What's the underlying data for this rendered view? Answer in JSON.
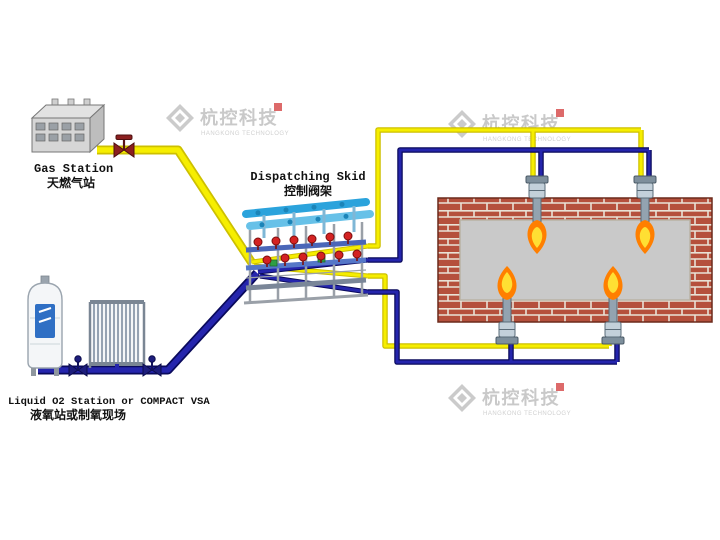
{
  "watermark": {
    "brand": "杭控科技",
    "subtitle": "HANGKONG TECHNOLOGY"
  },
  "stations": {
    "gas": {
      "label_en": "Gas Station",
      "label_zh": "天燃气站"
    },
    "skid": {
      "label_en": "Dispatching Skid",
      "label_zh": "控制阀架"
    },
    "oxygen": {
      "label_en": "Liquid O2 Station or COMPACT VSA",
      "label_zh": "液氧站或制氧现场"
    }
  },
  "colors": {
    "gas_pipe": "#f6ee00",
    "gas_pipe_edge": "#cdc000",
    "o2_pipe": "#2525ad",
    "o2_pipe_edge": "#0a0a5c",
    "skid_cyan": "#2ba3dc",
    "skid_cyan_light": "#67c1e8",
    "valve_red": "#d42222",
    "valve_dark_red": "#8b2020",
    "brick": "#b5503c",
    "mortar": "#e9e2d6",
    "furnace_interior": "#c9c9c9",
    "flame_outer": "#ff7f00",
    "flame_inner": "#ffdf33",
    "steel_light": "#c3d0da",
    "steel_mid": "#93a3b0",
    "steel_dark": "#7e8f9c",
    "watermark_gray": "#c4c4c4"
  }
}
